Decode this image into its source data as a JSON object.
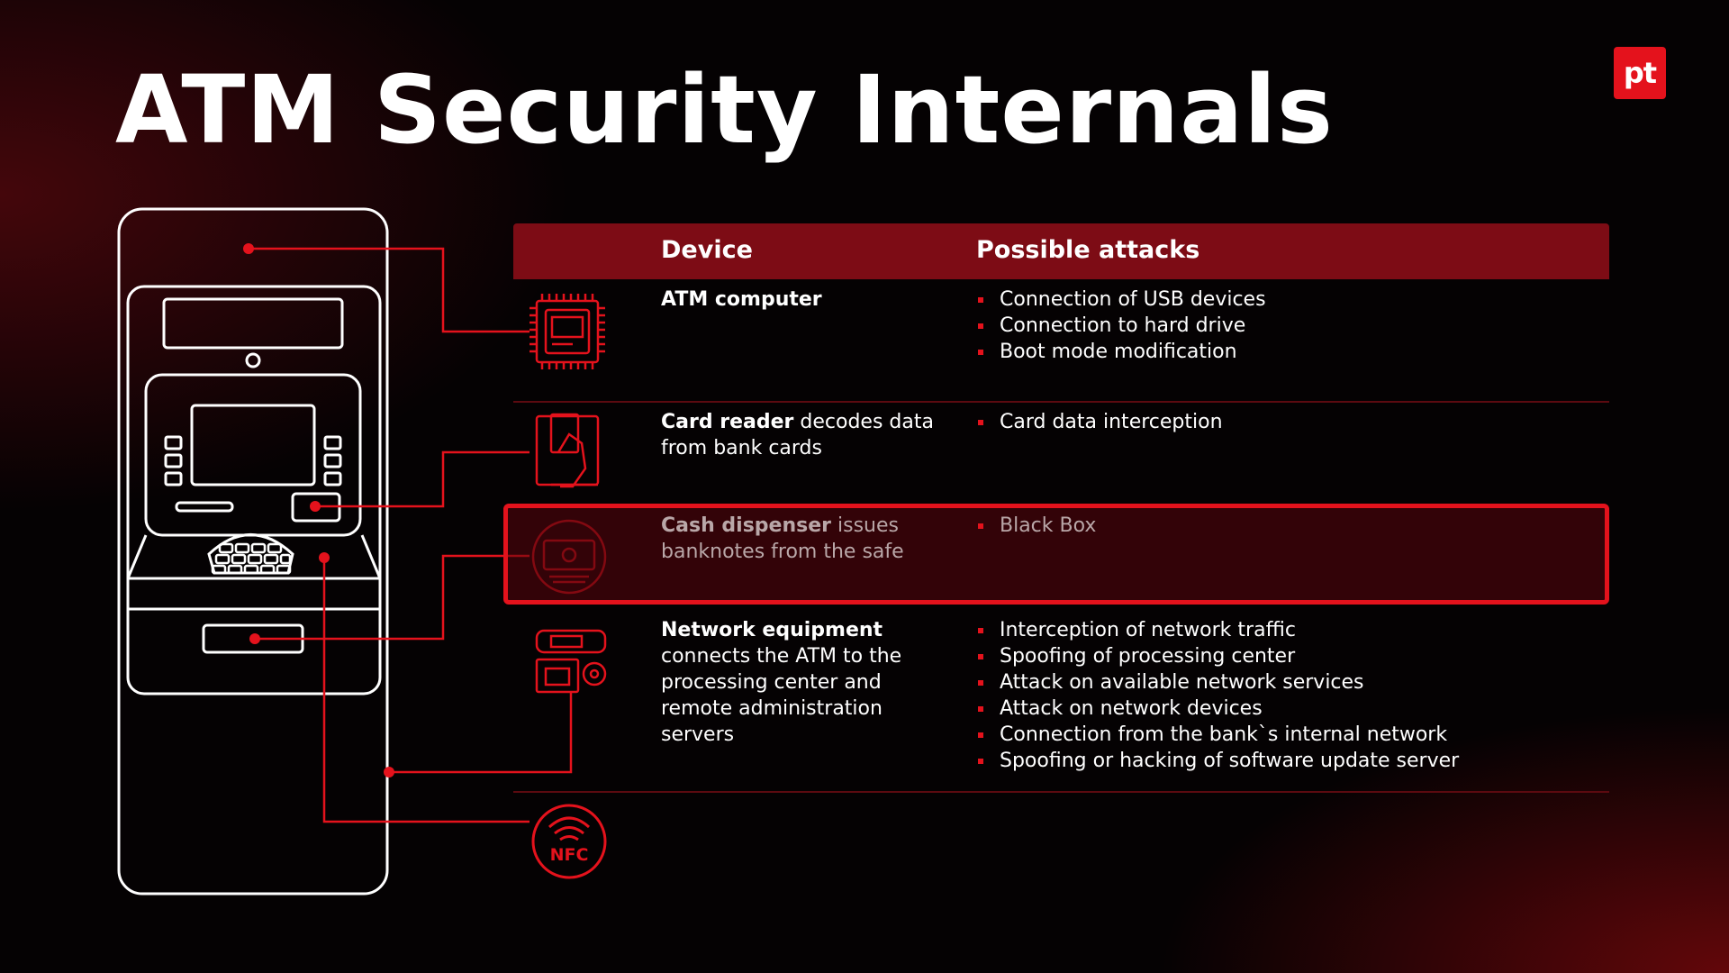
{
  "title": "ATM Security Internals",
  "logo_text": "pt",
  "colors": {
    "accent": "#e4121c",
    "header_bg": "#7d0c15",
    "text": "#ffffff",
    "dimmed_text": "#b9a7a8",
    "background": "#050203"
  },
  "table": {
    "headers": {
      "device": "Device",
      "attacks": "Possible attacks"
    },
    "rows": [
      {
        "icon": "cpu-chip-icon",
        "device_name": "ATM computer",
        "device_desc": "",
        "attacks": [
          "Connection of USB devices",
          "Connection to hard drive",
          "Boot mode modification"
        ]
      },
      {
        "icon": "card-reader-icon",
        "device_name": "Card reader",
        "device_desc": " decodes data from bank cards",
        "attacks": [
          "Card data interception"
        ]
      },
      {
        "icon": "cash-dispenser-icon",
        "device_name": "Cash dispenser",
        "device_desc": " issues banknotes from the safe",
        "attacks": [
          "Black Box"
        ],
        "highlighted": true
      },
      {
        "icon": "network-equipment-icon",
        "device_name": "Network equipment",
        "device_desc": " connects the ATM to the processing center and remote administration servers",
        "attacks": [
          "Interception of network traffic",
          "Spoofing of processing center",
          "Attack on available network services",
          "Attack on network devices",
          "Connection from the bank`s internal network",
          "Spoofing or hacking of software update server"
        ]
      }
    ]
  },
  "nfc": {
    "icon": "nfc-icon",
    "label": "NFC"
  }
}
